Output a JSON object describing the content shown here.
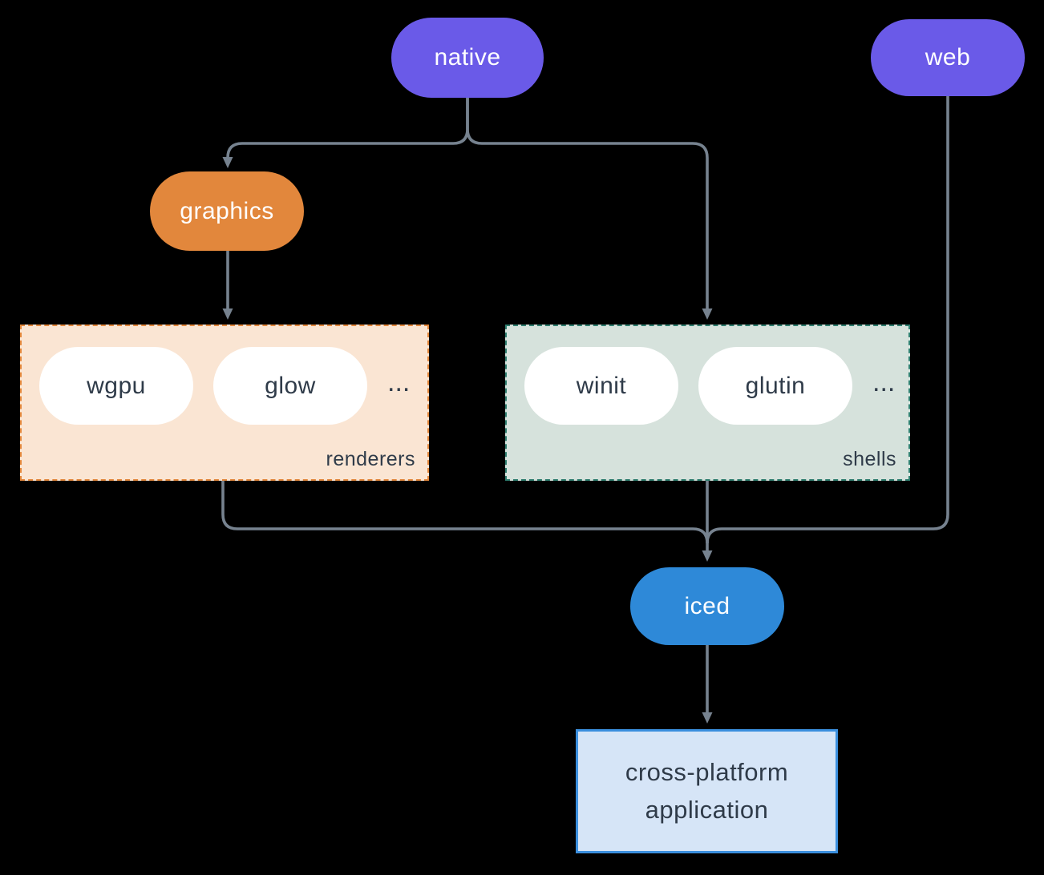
{
  "diagram": {
    "nodes": {
      "native": "native",
      "web": "web",
      "graphics": "graphics",
      "iced": "iced",
      "app_line1": "cross-platform",
      "app_line2": "application"
    },
    "renderers_group": {
      "label": "renderers",
      "items": [
        "wgpu",
        "glow"
      ],
      "more": "..."
    },
    "shells_group": {
      "label": "shells",
      "items": [
        "winit",
        "glutin"
      ],
      "more": "..."
    },
    "colors": {
      "background": "#000000",
      "purple_node": "#6A5AE8",
      "orange_node": "#E2873C",
      "blue_node": "#2E89D8",
      "renderers_fill": "#FAE5D3",
      "renderers_border": "#E2873C",
      "shells_fill": "#D6E2DC",
      "shells_border": "#2E7D6E",
      "app_fill": "#D6E5F7",
      "app_border": "#3B8FDE",
      "edge_line": "#76828F",
      "dark_text": "#2F3B49",
      "light_text": "#FFFFFF"
    }
  }
}
